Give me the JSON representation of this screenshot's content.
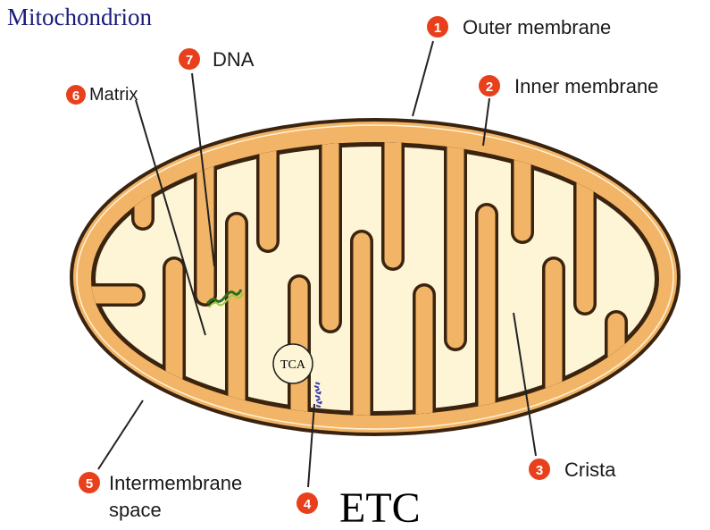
{
  "title": "Mitochondrion",
  "colors": {
    "intermembrane": "#f2b466",
    "matrix": "#fdf5d6",
    "membrane": "#3a2410",
    "badge": "#e8401c",
    "title": "#1a1a7a"
  },
  "labels": [
    {
      "num": "1",
      "text": "Outer membrane"
    },
    {
      "num": "2",
      "text": "Inner membrane"
    },
    {
      "num": "3",
      "text": "Crista"
    },
    {
      "num": "4",
      "text": "ETC"
    },
    {
      "num": "5",
      "text": "Intermembrane",
      "text2": "space"
    },
    {
      "num": "6",
      "text": "Matrix"
    },
    {
      "num": "7",
      "text": "DNA"
    }
  ],
  "tca_label": "TCA"
}
